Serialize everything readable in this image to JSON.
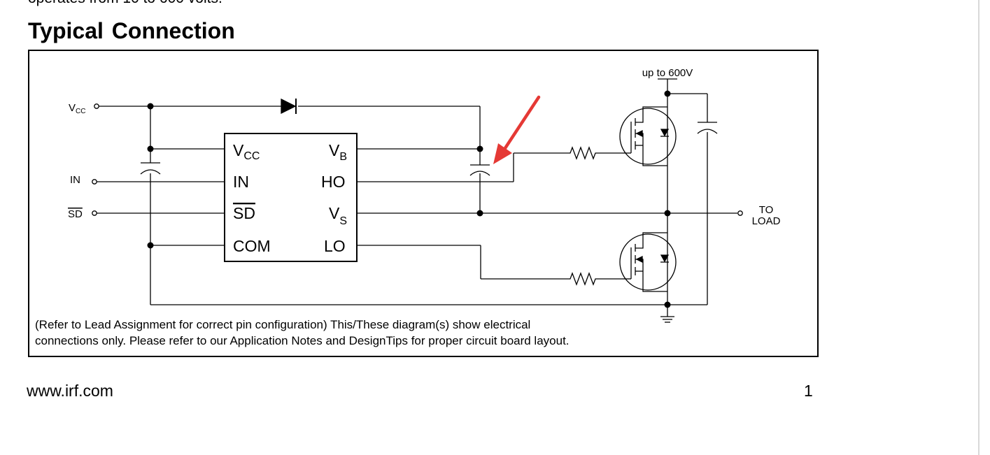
{
  "document": {
    "top_line": "operates from 10 to 600 volts.",
    "section_title": "Typical Connection",
    "footer_url": "www.irf.com",
    "page_number": "1"
  },
  "diagram": {
    "supply": "up to 600V",
    "inputs": {
      "vcc": {
        "main": "V",
        "sub": "CC"
      },
      "in": "IN",
      "sd": "SD"
    },
    "ic_pins_left": {
      "vcc": {
        "main": "V",
        "sub": "CC"
      },
      "in": "IN",
      "sd": "SD",
      "com": "COM"
    },
    "ic_pins_right": {
      "vb": {
        "main": "V",
        "sub": "B"
      },
      "ho": "HO",
      "vs": {
        "main": "V",
        "sub": "S"
      },
      "lo": "LO"
    },
    "output": {
      "line1": "TO",
      "line2": "LOAD"
    },
    "note_line1": "(Refer to Lead Assignment for correct pin configuration) This/These diagram(s) show electrical",
    "note_line2": "connections only.  Please refer to our Application Notes and DesignTips for proper circuit board layout.",
    "annotation_arrow_color": "#e53935"
  }
}
